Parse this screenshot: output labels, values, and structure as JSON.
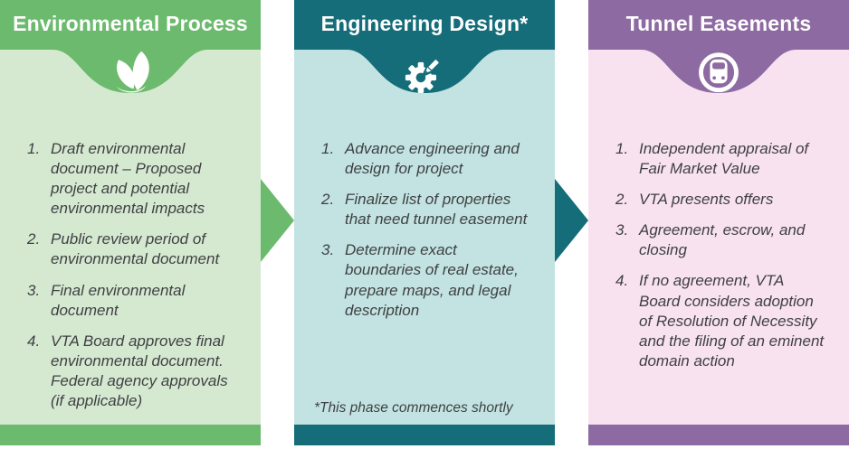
{
  "colors": {
    "phase1_accent": "#6cba6d",
    "phase1_body": "#d5e9d1",
    "phase2_accent": "#146d79",
    "phase2_body": "#c2e3e1",
    "phase3_accent": "#8d6aa1",
    "phase3_body": "#f8e2f0",
    "text": "#3f4043",
    "title_text": "#ffffff"
  },
  "panels": [
    {
      "title": "Environmental Process",
      "icon": "leaf-icon",
      "items": [
        "Draft environmental document – Proposed project and potential environmental impacts",
        "Public review period of environmental document",
        "Final environmental document",
        "VTA Board approves final environmental document. Federal agency approvals (if applicable)"
      ]
    },
    {
      "title": "Engineering Design*",
      "icon": "gear-pencil-icon",
      "items": [
        "Advance engineering and design for project",
        "Finalize list of properties that need tunnel easement",
        "Determine exact boundaries of real estate, prepare maps, and legal description"
      ],
      "footnote": "*This phase commences shortly"
    },
    {
      "title": "Tunnel Easements",
      "icon": "train-tunnel-icon",
      "items": [
        "Independent appraisal of Fair Market Value",
        "VTA presents offers",
        "Agreement, escrow, and closing",
        "If no agreement, VTA Board considers adoption of Resolution of Necessity and the filing of an eminent domain action"
      ]
    }
  ]
}
